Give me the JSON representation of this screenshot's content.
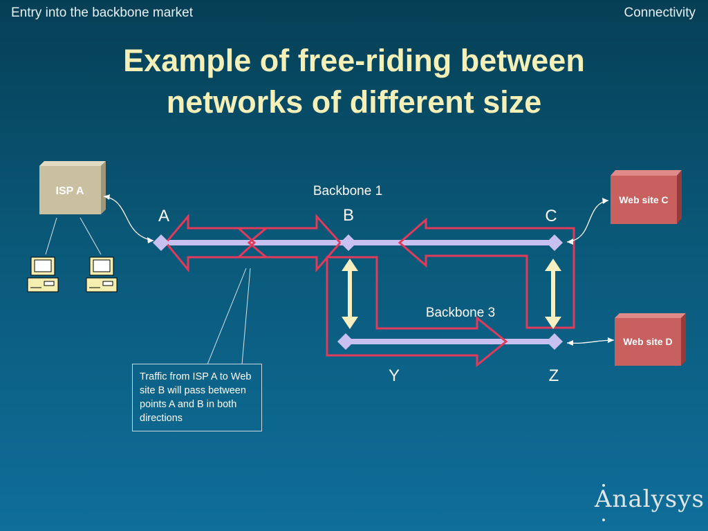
{
  "header": {
    "left": "Entry into the backbone market",
    "right": "Connectivity"
  },
  "title": {
    "line1": "Example of free-riding between",
    "line2": "networks of different size"
  },
  "diagram": {
    "isp": "ISP A",
    "backbone1": "Backbone 1",
    "backbone3": "Backbone 3",
    "site_c": "Web site C",
    "site_d": "Web site D",
    "nodes": {
      "a": "A",
      "b": "B",
      "c": "C",
      "y": "Y",
      "z": "Z"
    },
    "note": "Traffic from ISP A to Web site B will pass between points A and B in both directions"
  },
  "logo": "Analysys",
  "colors": {
    "arrow_outline": "#e23a5a",
    "backbone_line": "#c8c0f0",
    "vertical_arrow": "#f8f0c0",
    "server_box": "#c86060",
    "isp_box": "#c8c0a0"
  }
}
